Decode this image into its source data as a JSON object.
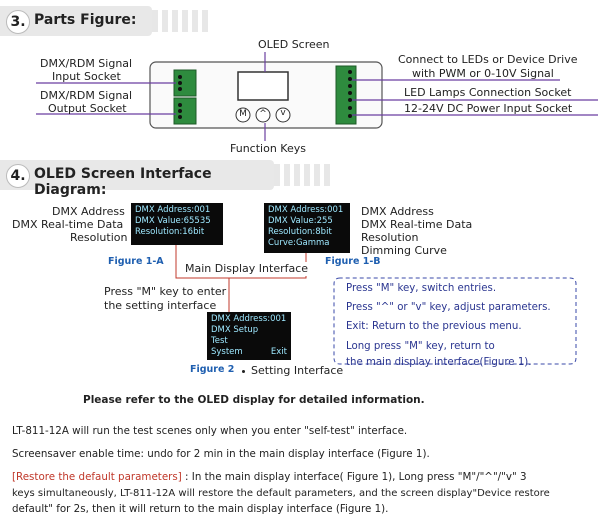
{
  "section3": {
    "number": "3.",
    "title": "Parts Figure:"
  },
  "parts": {
    "oled_screen": "OLED Screen",
    "input_socket_1": "DMX/RDM Signal",
    "input_socket_2": "Input Socket",
    "output_socket_1": "DMX/RDM Signal",
    "output_socket_2": "Output Socket",
    "connect_1": "Connect to LEDs or Device Drive",
    "connect_2": "with PWM or 0-10V Signal",
    "led_socket": "LED Lamps Connection Socket",
    "power_socket": "12-24V DC Power Input Socket",
    "function_keys": "Function Keys",
    "key_m": "M",
    "key_up": "^",
    "key_down": "v"
  },
  "section4": {
    "number": "4.",
    "title": "OLED Screen Interface Diagram:"
  },
  "fig1a": {
    "labels": [
      "DMX Address",
      "DMX Real-time Data",
      "Resolution"
    ],
    "screen": [
      "DMX Address:001",
      "DMX Value:65535",
      "Resolution:16bit"
    ],
    "caption": "Figure 1-A"
  },
  "fig1b": {
    "labels": [
      "DMX Address",
      "DMX Real-time Data",
      "Resolution",
      "Dimming Curve"
    ],
    "screen": [
      "DMX Address:001",
      "DMX Value:255",
      "Resolution:8bit",
      "Curve:Gamma"
    ],
    "caption": "Figure 1-B"
  },
  "main_display": "Main Display Interface",
  "press_m_1": "Press \"M\" key to enter",
  "press_m_2": "the setting interface",
  "fig2": {
    "screen": [
      "DMX Address:001",
      "DMX Setup",
      "Test"
    ],
    "screen_last_left": "System",
    "screen_last_right": "Exit",
    "caption": "Figure 2",
    "label": "Setting Interface"
  },
  "instructions": [
    "Press \"M\" key,  switch entries.",
    "Press \"^\" or \"v\" key,  adjust parameters.",
    "Exit: Return to the previous menu.",
    "Long press \"M\" key,  return to",
    "the main display interface(Figure 1)."
  ],
  "refer_note": "Please refer to the OLED display for detailed information.",
  "para1": "LT-811-12A will run the test scenes only when you enter \"self-test\" interface.",
  "para2": "Screensaver enable time: undo for 2 min in the main display interface (Figure 1).",
  "para3_red": "[Restore the default parameters]",
  "para3_rest": " : In the main display interface( Figure 1), Long press \"M\"/\"^\"/\"v\" 3",
  "para3_line2": "keys simultaneously, LT-811-12A will restore the default parameters, and the screen display\"Device restore",
  "para3_line3": "default\" for 2s, then it will return to the main display interface (Figure 1).",
  "colors": {
    "accent": "#6b3fa0",
    "figure_caption": "#1f5fb0",
    "screen_text": "#9ee8ff",
    "highlight": "#c0392b"
  }
}
